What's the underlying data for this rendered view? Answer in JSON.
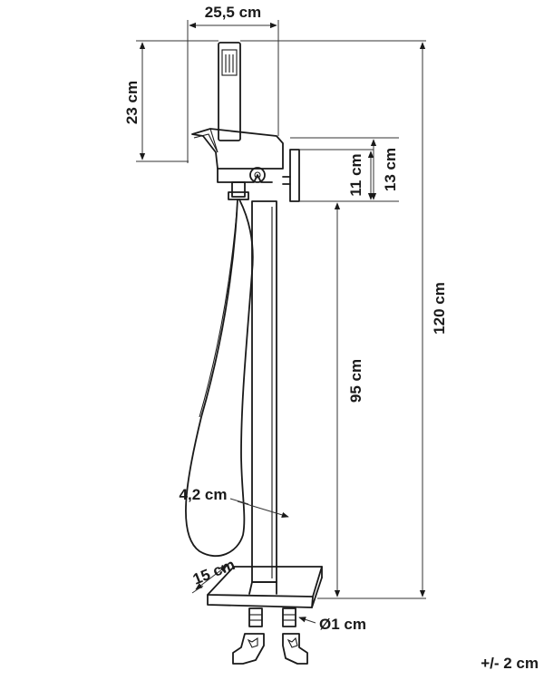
{
  "dimensions": {
    "width_top": "25,5 cm",
    "shower_height": "23 cm",
    "spout_11": "11 cm",
    "spout_13": "13 cm",
    "total_height": "120 cm",
    "column_height": "95 cm",
    "column_diameter": "4,2 cm",
    "base_width": "15 cm",
    "inlet_diameter": "Ø1 cm"
  },
  "tolerance": "+/- 2 cm",
  "colors": {
    "line": "#1a1a1a",
    "background": "#ffffff"
  }
}
